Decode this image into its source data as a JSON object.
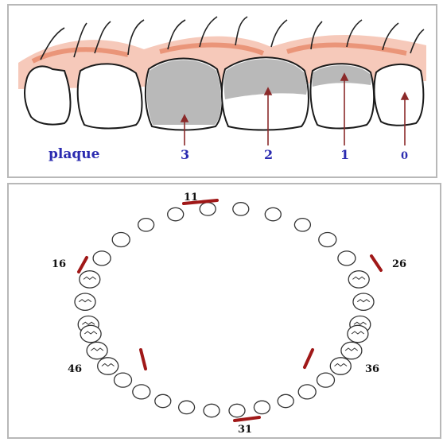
{
  "plaque_figure": {
    "caption": "plaque",
    "scores": [
      "3",
      "2",
      "1",
      "0"
    ],
    "colors": {
      "label": "#2b2bb0",
      "arrow": "#8b2a2a",
      "plaque": "#b9b9b9",
      "gum": "#f2a890"
    }
  },
  "arch_figure": {
    "tooth_numbers": {
      "upper_central": "11",
      "upper_right_molar": "16",
      "upper_left_molar": "26",
      "lower_right_molar": "46",
      "lower_left_molar": "36",
      "lower_central": "31"
    },
    "colors": {
      "marker": "#a01818",
      "tooth_outline": "#333333"
    }
  }
}
